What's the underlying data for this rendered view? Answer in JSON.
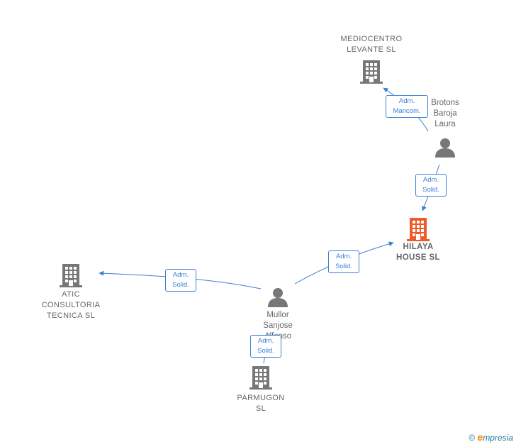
{
  "colors": {
    "entity": "#777777",
    "entity_main": "#f05a28",
    "person": "#777777",
    "edge": "#3b7fd6"
  },
  "nodes": {
    "mediocentro": {
      "label": "MEDIOCENTRO\nLEVANTE  SL",
      "icon": "building-icon"
    },
    "brotons": {
      "label": "Brotons\nBaroja\nLaura",
      "icon": "person-icon"
    },
    "hilaya": {
      "label": "HILAYA\nHOUSE  SL",
      "icon": "building-icon"
    },
    "atic": {
      "label": "ATIC\nCONSULTORIA\nTECNICA  SL",
      "icon": "building-icon"
    },
    "mullor": {
      "label": "Mullor\nSanjose\nAlfonso",
      "icon": "person-icon"
    },
    "parmugon": {
      "label": "PARMUGON\nSL",
      "icon": "building-icon"
    }
  },
  "edges": {
    "brotons_mediocentro": "Adm.\nMancom.",
    "brotons_hilaya": "Adm.\nSolid.",
    "mullor_hilaya": "Adm.\nSolid.",
    "mullor_atic": "Adm.\nSolid.",
    "mullor_parmugon": "Adm.\nSolid."
  },
  "footer": {
    "copyright": "©",
    "brand_initial": "e",
    "brand_rest": "mpresia"
  }
}
